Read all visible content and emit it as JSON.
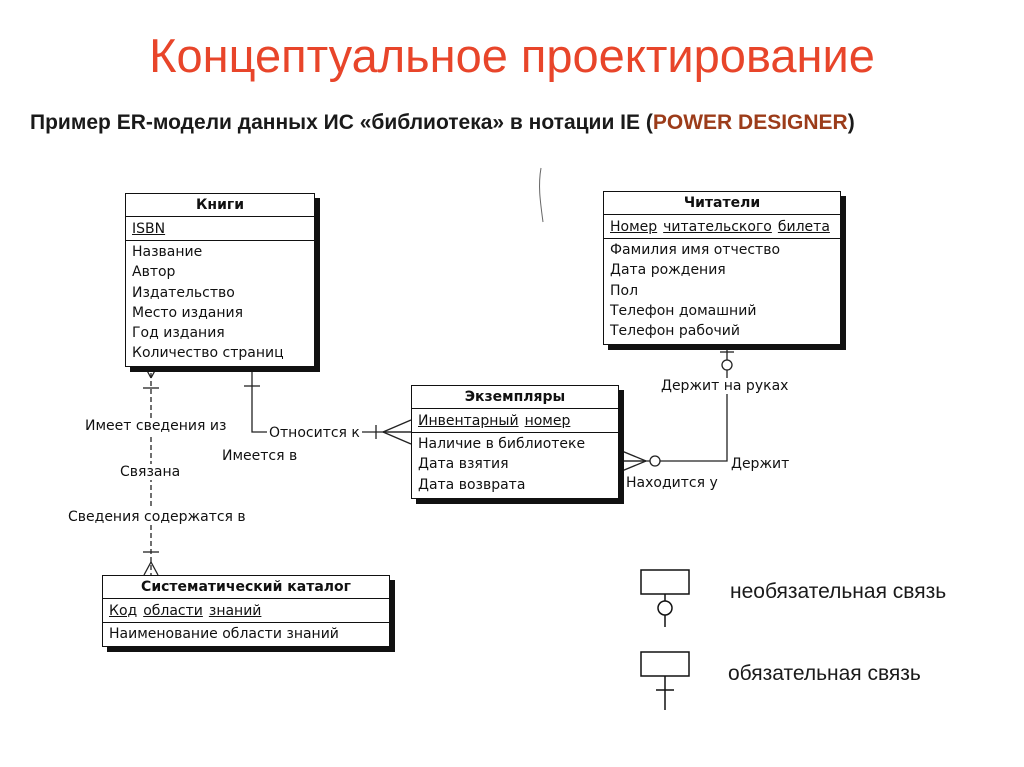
{
  "title": "Концептуальное проектирование",
  "subtitle": {
    "main": "Пример ER-модели данных ИС «библиотека» в нотации IE (",
    "accent": "POWER DESIGNER",
    "closing": ")"
  },
  "entities": {
    "books": {
      "name": "Книги",
      "key": [
        "ISBN"
      ],
      "attributes": [
        "Название",
        "Автор",
        "Издательство",
        "Место издания",
        "Год издания",
        "Количество страниц"
      ]
    },
    "readers": {
      "name": "Читатели",
      "key": [
        "Номер",
        "читательского",
        "билета"
      ],
      "attributes": [
        "Фамилия имя отчество",
        "Дата рождения",
        "Пол",
        "Телефон домашний",
        "Телефон рабочий"
      ]
    },
    "copies": {
      "name": "Экземпляры",
      "key": [
        "Инвентарный",
        "номер"
      ],
      "attributes": [
        "Наличие в библиотеке",
        "Дата взятия",
        "Дата возврата"
      ]
    },
    "catalog": {
      "name": "Систематический каталог",
      "key": [
        "Код",
        "области",
        "знаний"
      ],
      "attributes": [
        "Наименование области знаний"
      ]
    }
  },
  "relationships": {
    "has_info_from": "Имеет сведения из",
    "linked": "Связана",
    "info_contained_in": "Сведения содержатся в",
    "refers_to": "Относится к",
    "is_available_in": "Имеется в",
    "holds_in_hands": "Держит на руках",
    "holds": "Держит",
    "is_located_at": "Находится у"
  },
  "legend": {
    "optional": "необязательная связь",
    "mandatory": "обязательная связь"
  }
}
